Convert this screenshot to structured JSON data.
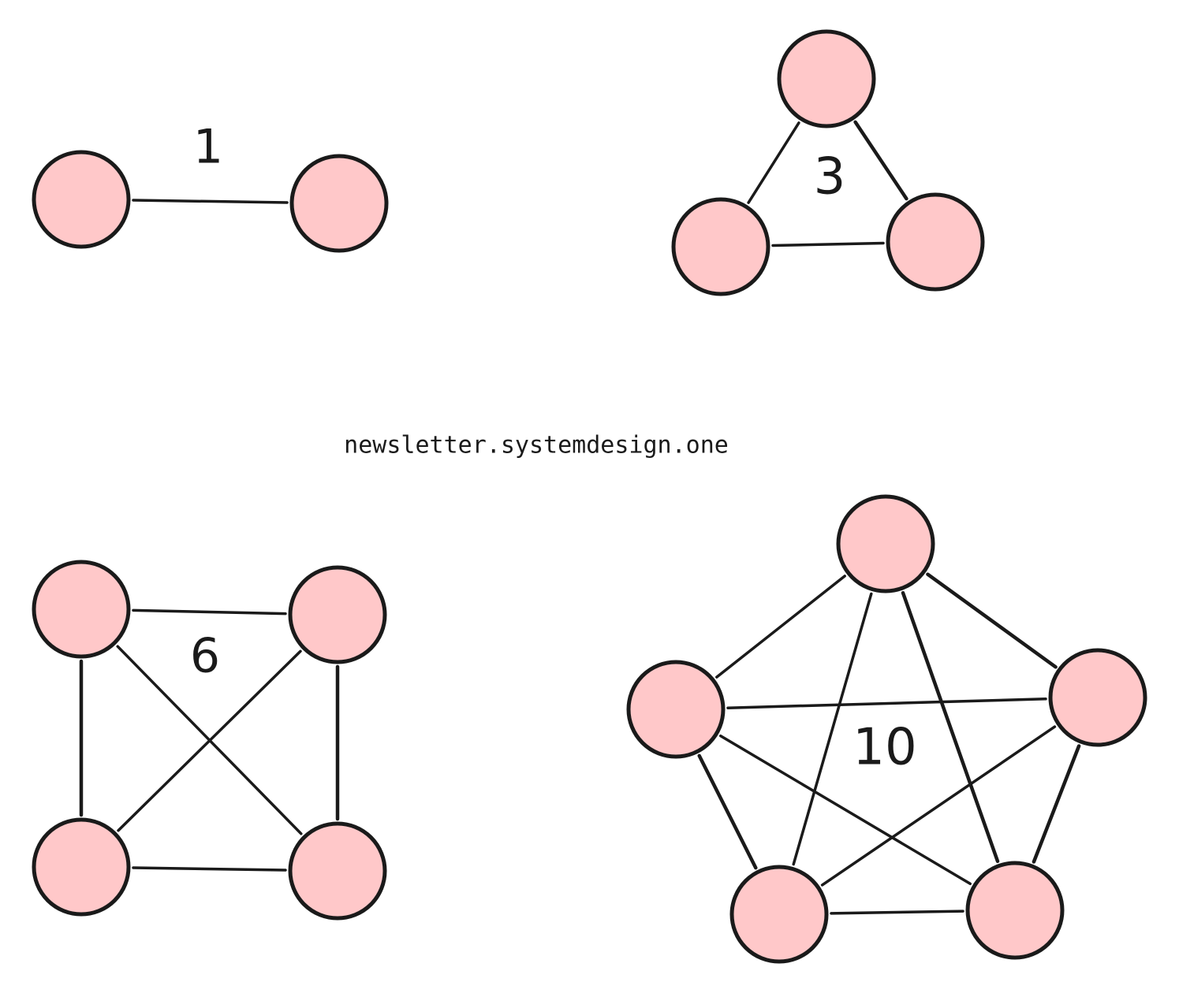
{
  "watermark": "newsletter.systemdesign.one",
  "colors": {
    "node_fill": "#ffc8c9",
    "stroke": "#1a1a1a",
    "background": "#ffffff"
  },
  "graphs": [
    {
      "id": "two-nodes",
      "node_count": 2,
      "edge_count_label": "1"
    },
    {
      "id": "three-nodes",
      "node_count": 3,
      "edge_count_label": "3"
    },
    {
      "id": "four-nodes",
      "node_count": 4,
      "edge_count_label": "6"
    },
    {
      "id": "five-nodes",
      "node_count": 5,
      "edge_count_label": "10"
    }
  ]
}
